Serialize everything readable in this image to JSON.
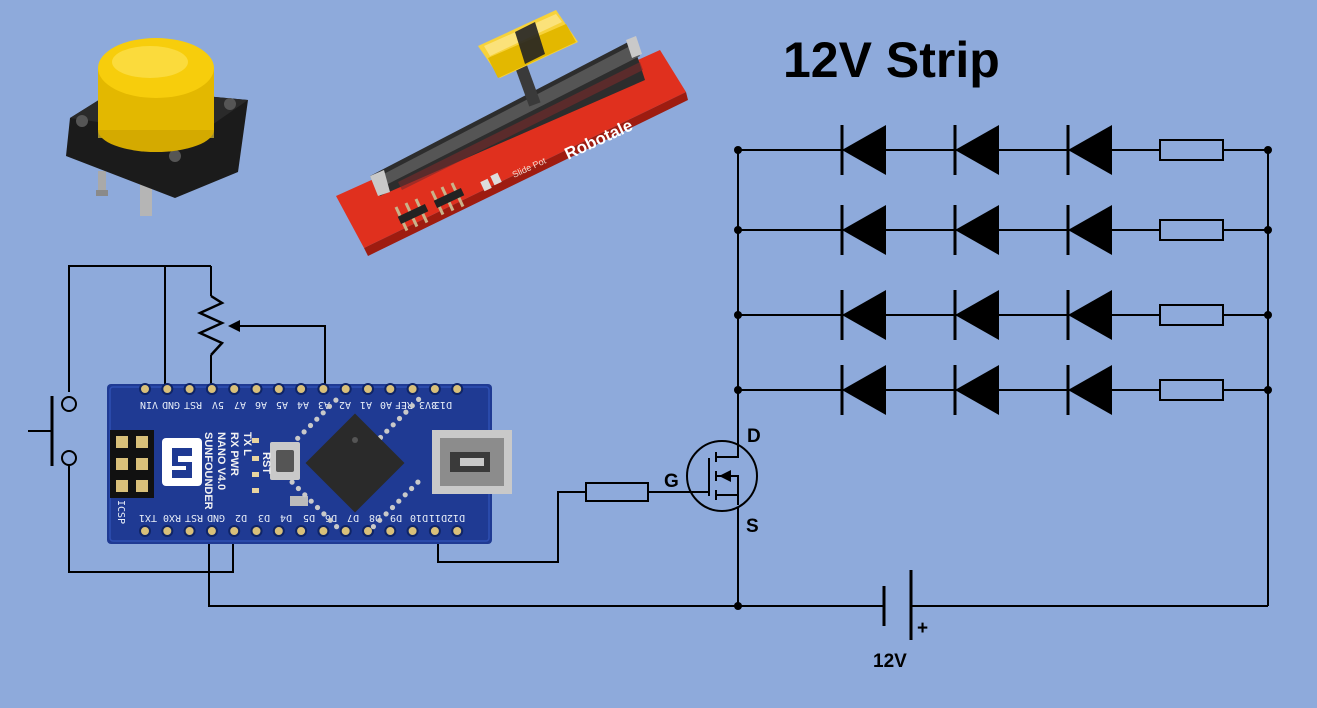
{
  "diagram": {
    "title": "12V Strip",
    "battery_label": "12V",
    "battery_plus": "+",
    "mosfet": {
      "drain": "D",
      "gate": "G",
      "source": "S"
    }
  },
  "arduino": {
    "top_pins": [
      "D13",
      "3V3",
      "REF",
      "A0",
      "A1",
      "A2",
      "A3",
      "A4",
      "A5",
      "A6",
      "A7",
      "5V",
      "RST",
      "GND",
      "VIN"
    ],
    "bottom_pins": [
      "D12",
      "D11",
      "D10",
      "D9",
      "D8",
      "D7",
      "D6",
      "D5",
      "D4",
      "D3",
      "D2",
      "GND",
      "RST",
      "RX0",
      "TX1"
    ],
    "brand": "SUNFOUNDER",
    "model": "NANO V4.0",
    "rx_pwr": "RX PWR",
    "tx_l": "TX L",
    "rst": "RST",
    "icsp": "ICSP"
  },
  "slide_pot": {
    "label": "Slide Pot",
    "brand": "Robotale"
  },
  "colors": {
    "background": "#8eaadb",
    "board": "#1f3a93",
    "pot_pcb": "#e0301e",
    "button_cap": "#f5c800"
  }
}
